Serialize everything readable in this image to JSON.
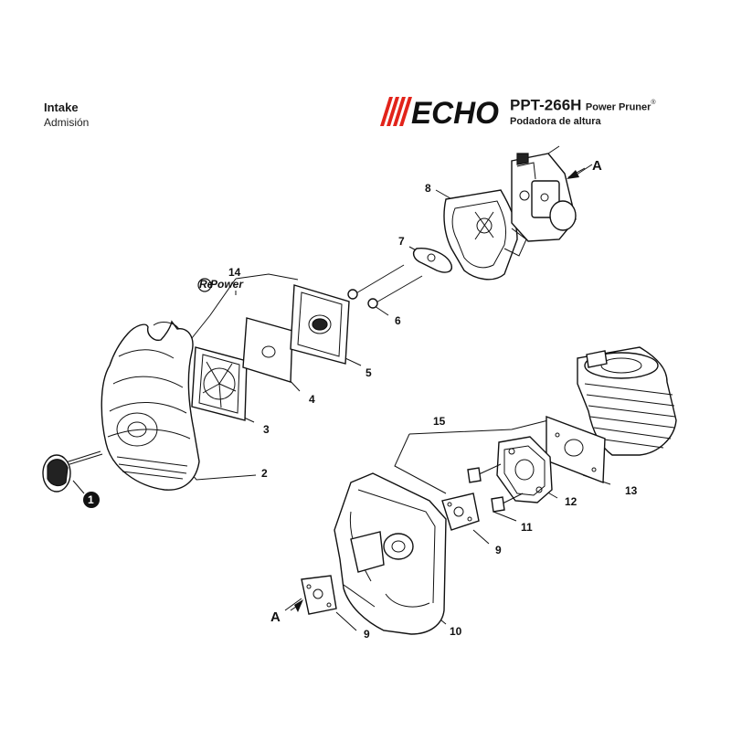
{
  "header": {
    "title": "Intake",
    "subtitle": "Admisión",
    "brand": "ECHO",
    "model": "PPT-266H",
    "product_name": "Power Pruner",
    "product_name_es": "Podadora de altura",
    "registered_mark": "®"
  },
  "diagram": {
    "callouts": {
      "c1": "1",
      "c2": "2",
      "c3": "3",
      "c4": "4",
      "c5": "5",
      "c6": "6",
      "c7": "7",
      "c8": "8",
      "c9a": "9",
      "c9b": "9",
      "c10": "10",
      "c11": "11",
      "c12": "12",
      "c13": "13",
      "c14": "14",
      "c15": "15",
      "refA_top": "A",
      "refA_bottom": "A"
    },
    "repower_badge": {
      "prefix": "Re",
      "text": "Power"
    }
  }
}
